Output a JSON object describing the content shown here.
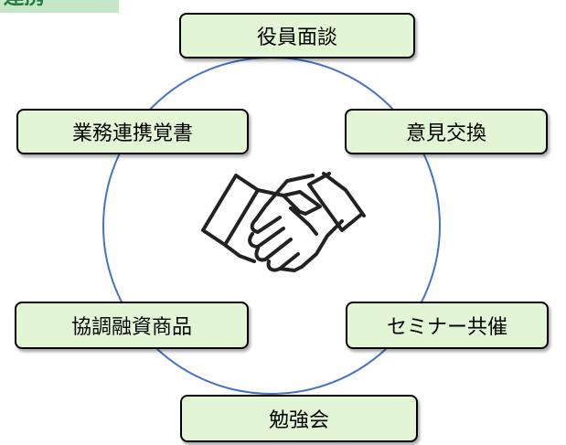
{
  "header": {
    "tag_label": "連携"
  },
  "diagram": {
    "nodes": [
      {
        "key": "top",
        "label": "役員面談"
      },
      {
        "key": "upper_left",
        "label": "業務連携覚書"
      },
      {
        "key": "upper_right",
        "label": "意見交換"
      },
      {
        "key": "lower_left",
        "label": "協調融資商品"
      },
      {
        "key": "lower_right",
        "label": "セミナー共催"
      },
      {
        "key": "bottom",
        "label": "勉強会"
      }
    ],
    "center_icon": "handshake-icon"
  },
  "colors": {
    "ring": "#4472c4",
    "node_fill": "#e2f5d4",
    "node_border": "#000000",
    "tag_fill": "#c6e8c9",
    "tag_text": "#1f7a3a"
  }
}
